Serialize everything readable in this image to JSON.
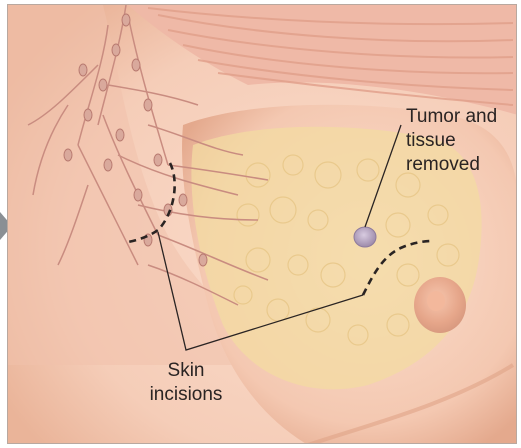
{
  "labels": {
    "tumor_line1": "Tumor and",
    "tumor_line2": "tissue",
    "tumor_line3": "removed",
    "skin_line1": "Skin",
    "skin_line2": "incisions"
  },
  "colors": {
    "skin": "#f5cdb8",
    "skin_shadow": "#e9ab90",
    "muscle": "#efb9a7",
    "fatty_tissue": "#f3dba1",
    "lymph": "#c98c80",
    "tumor": "#b9a7c3",
    "incision": "#2a2423",
    "nipple": "#d99a80",
    "arrow": "#8a8f94"
  },
  "icons": {
    "pointer": "arrow-right-icon"
  }
}
